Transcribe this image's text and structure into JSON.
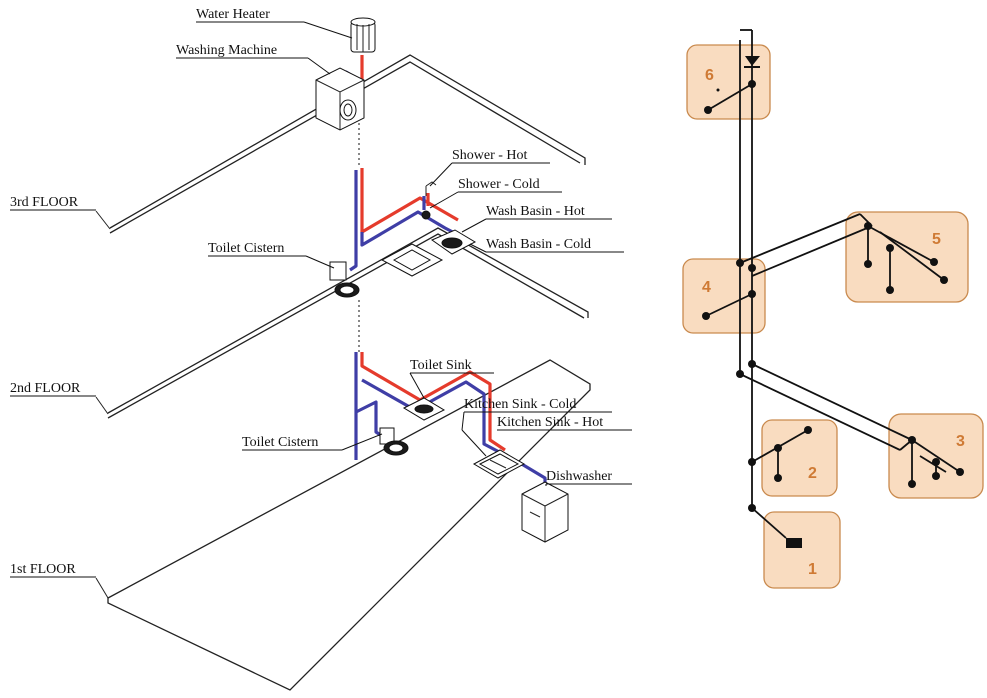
{
  "floors": {
    "third": "3rd FLOOR",
    "second": "2nd FLOOR",
    "first": "1st FLOOR"
  },
  "fixtures": {
    "water_heater": "Water Heater",
    "washing_machine": "Washing Machine",
    "shower_hot": "Shower - Hot",
    "shower_cold": "Shower - Cold",
    "wash_basin_hot": "Wash Basin - Hot",
    "wash_basin_cold": "Wash Basin - Cold",
    "toilet_cistern_upper": "Toilet Cistern",
    "toilet_sink": "Toilet  Sink",
    "kitchen_sink_cold": "Kitchen Sink - Cold",
    "kitchen_sink_hot": "Kitchen Sink - Hot",
    "toilet_cistern_lower": "Toilet Cistern",
    "dishwasher": "Dishwasher"
  },
  "colors": {
    "hot_pipe": "#e53b2c",
    "cold_pipe": "#3f3ea6",
    "node_box_fill": "#f9dcc0",
    "node_box_border": "#c98a4e",
    "node_number": "#cf7a34"
  },
  "schematic": {
    "node_1": "1",
    "node_2": "2",
    "node_3": "3",
    "node_4": "4",
    "node_5": "5",
    "node_6": "6"
  }
}
